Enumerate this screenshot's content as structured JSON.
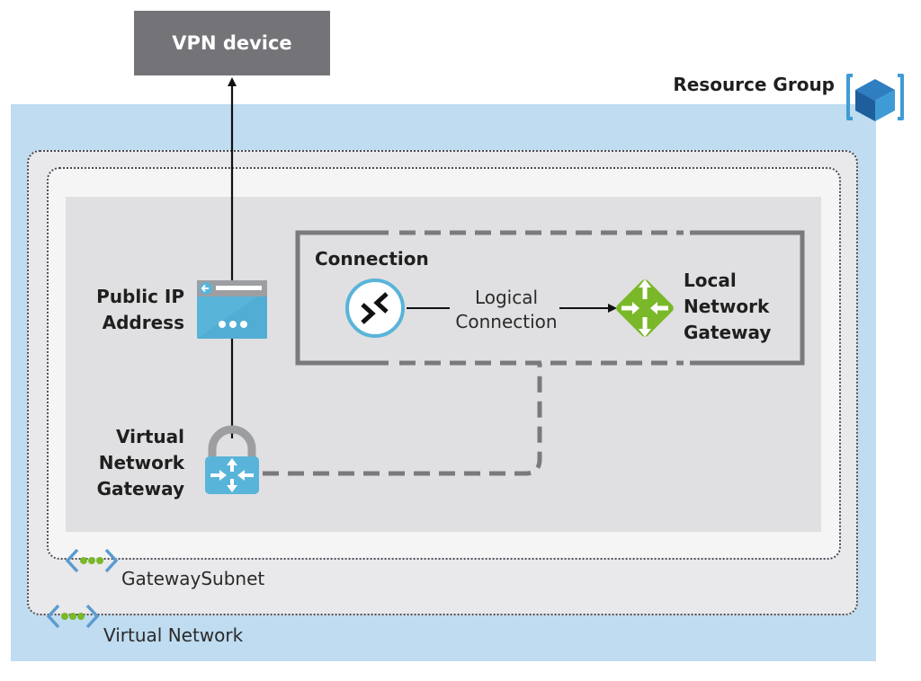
{
  "diagram": {
    "vpn_device": {
      "label": "VPN device"
    },
    "resource_group": {
      "label": "Resource Group",
      "icon": "resource-group-cube-icon"
    },
    "virtual_network": {
      "label": "Virtual Network",
      "icon": "virtual-network-icon"
    },
    "gateway_subnet": {
      "label": "GatewaySubnet",
      "icon": "subnet-icon"
    },
    "public_ip": {
      "label_line1": "Public IP",
      "label_line2": "Address",
      "icon": "public-ip-icon"
    },
    "virtual_network_gateway": {
      "label_line1": "Virtual",
      "label_line2": "Network",
      "label_line3": "Gateway",
      "icon": "virtual-network-gateway-icon"
    },
    "connection": {
      "label": "Connection",
      "icon": "connection-icon"
    },
    "logical_connection": {
      "label_line1": "Logical",
      "label_line2": "Connection"
    },
    "local_network_gateway": {
      "label_line1": "Local",
      "label_line2": "Network",
      "label_line3": "Gateway",
      "icon": "local-network-gateway-icon"
    },
    "colors": {
      "resource_group_bg": "#bfdcf0",
      "vpn_device_bg": "#747378",
      "azure_blue": "#59b4d9",
      "local_gateway_green": "#7ab829",
      "border_gray": "#7a7a7c"
    }
  }
}
